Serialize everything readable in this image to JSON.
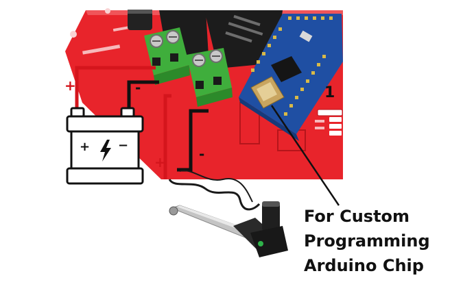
{
  "callout": {
    "lines": [
      "For Custom",
      "Programming",
      "Arduino Chip"
    ]
  },
  "markers": {
    "battery_positive": "+",
    "battery_negative": "-",
    "actuator_positive": "+",
    "actuator_negative": "-",
    "battery_symbol_positive": "+",
    "battery_symbol_negative": "−",
    "relay_number": "1"
  },
  "colors": {
    "board_red": "#e8242b",
    "terminal_green": "#3fae3c",
    "relay_black": "#1c1c1c",
    "nano_blue": "#1f4fa3",
    "positive_wire": "#d4151c",
    "negative_wire": "#111111"
  }
}
